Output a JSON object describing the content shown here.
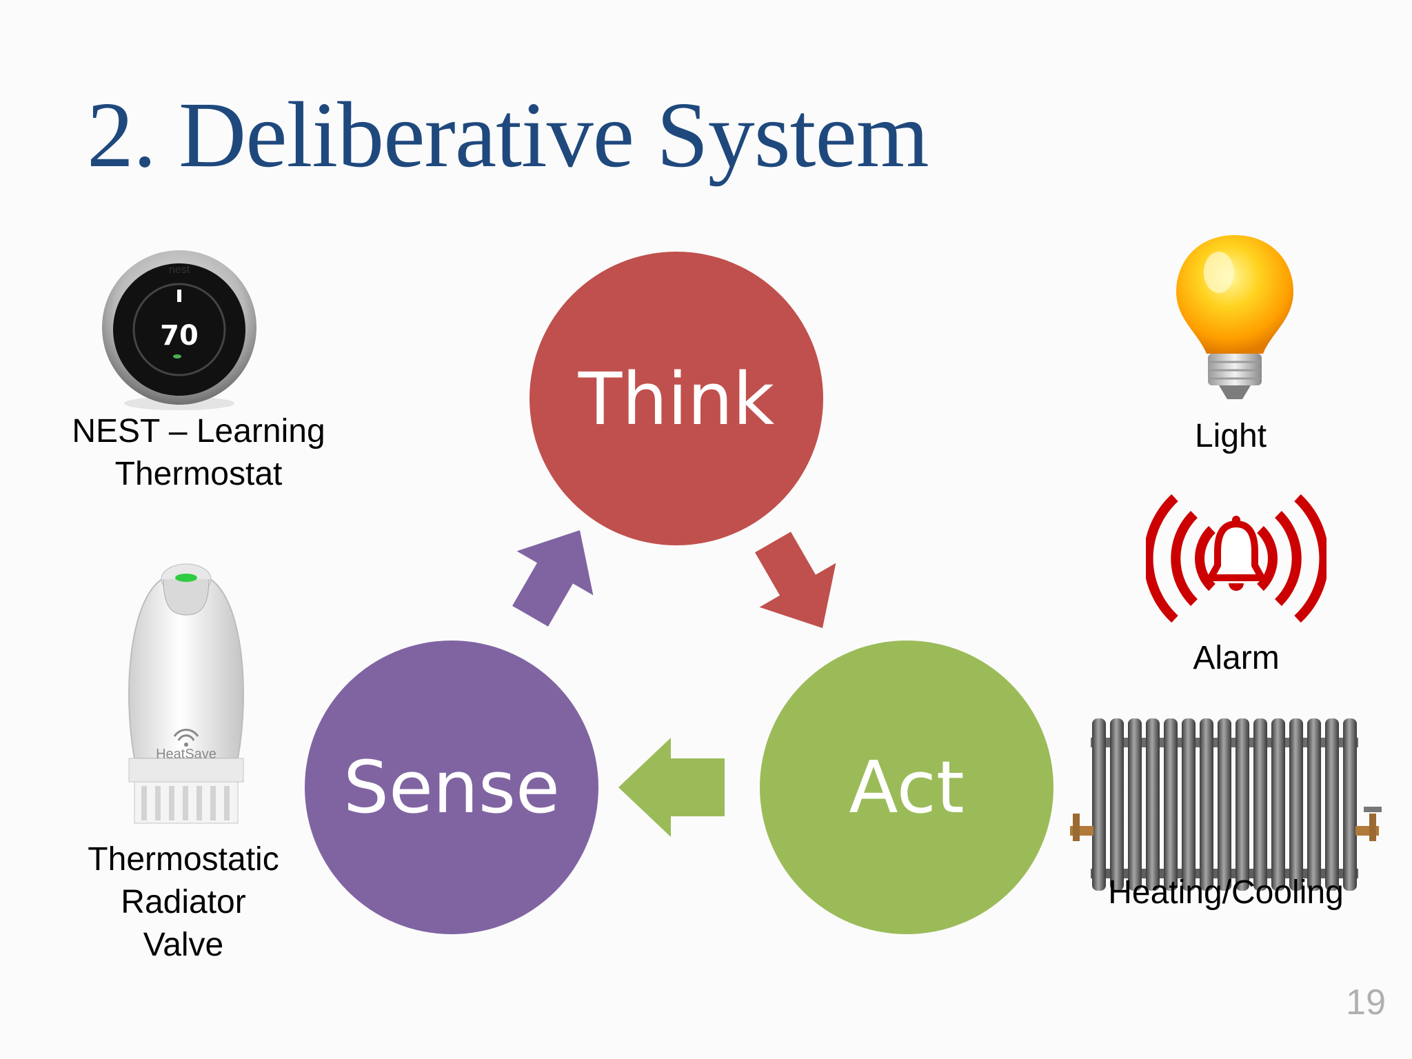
{
  "slide": {
    "title": "2. Deliberative System",
    "page_number": "19"
  },
  "cycle": {
    "nodes": [
      {
        "label": "Think",
        "color": "#c0504d"
      },
      {
        "label": "Sense",
        "color": "#8064a2"
      },
      {
        "label": "Act",
        "color": "#9bbb59"
      }
    ],
    "arrows": [
      {
        "from": "Sense",
        "to": "Think",
        "color": "#8064a2"
      },
      {
        "from": "Think",
        "to": "Act",
        "color": "#c0504d"
      },
      {
        "from": "Act",
        "to": "Sense",
        "color": "#9bbb59"
      }
    ]
  },
  "sensors": {
    "nest": {
      "icon": "nest-thermostat-icon",
      "brand_text": "nest",
      "display_value": "70",
      "caption_lines": [
        "NEST – Learning",
        "Thermostat"
      ]
    },
    "valve": {
      "icon": "radiator-valve-icon",
      "brand_text": "HeatSave",
      "caption_lines": [
        "Thermostatic",
        "Radiator",
        "Valve"
      ]
    }
  },
  "actuators": {
    "light": {
      "icon": "light-bulb-icon",
      "caption": "Light"
    },
    "alarm": {
      "icon": "alarm-bell-icon",
      "caption": "Alarm",
      "color": "#cc0000"
    },
    "heating": {
      "icon": "radiator-icon",
      "caption": "Heating/Cooling"
    }
  }
}
